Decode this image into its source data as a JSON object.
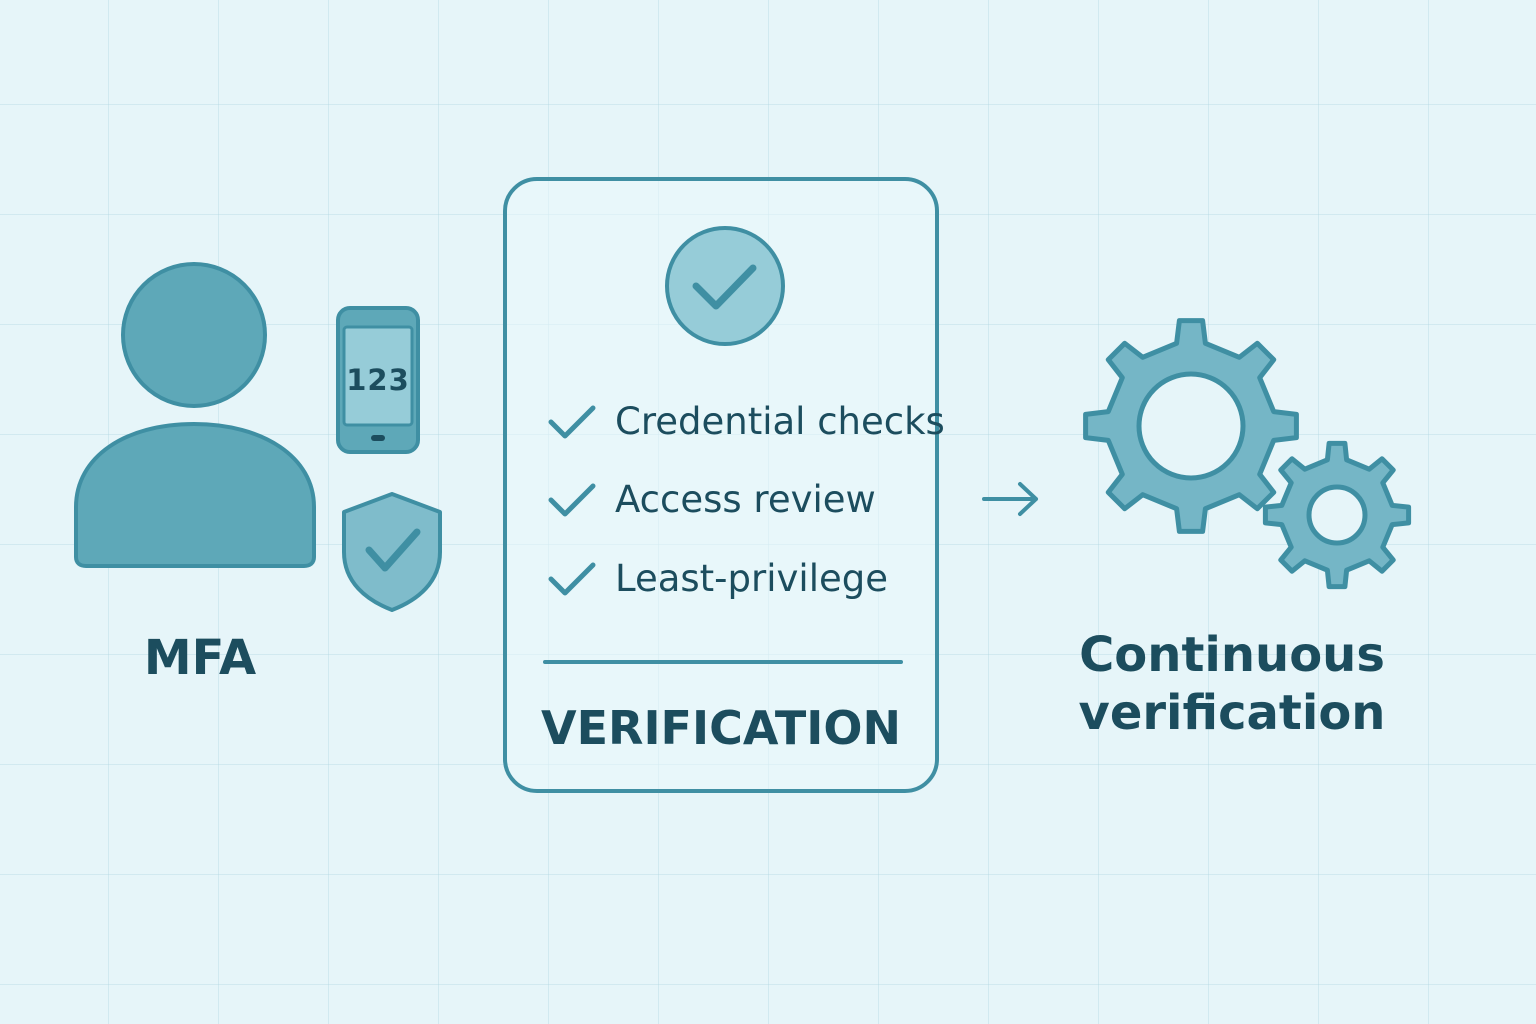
{
  "colors": {
    "background": "#e6f5f9",
    "grid": "#aad4e0",
    "icon_fill": "#5ea8b8",
    "icon_fill_light": "#96ccd8",
    "stroke": "#3f8fa3",
    "text": "#1c4d5e"
  },
  "mfa": {
    "label": "MFA",
    "phone_code": "123",
    "icons": [
      "person-icon",
      "phone-icon",
      "shield-check-icon"
    ]
  },
  "verification_card": {
    "icon": "check-circle-icon",
    "items": [
      {
        "icon": "check-icon",
        "label": "Credential checks"
      },
      {
        "icon": "check-icon",
        "label": "Access review"
      },
      {
        "icon": "check-icon",
        "label": "Least-privilege"
      }
    ],
    "footer": "VERIFICATION"
  },
  "arrow": {
    "icon": "arrow-right-icon"
  },
  "continuous": {
    "icons": [
      "gear-large-icon",
      "gear-small-icon"
    ],
    "label_line1": "Continuous",
    "label_line2": "verification"
  }
}
